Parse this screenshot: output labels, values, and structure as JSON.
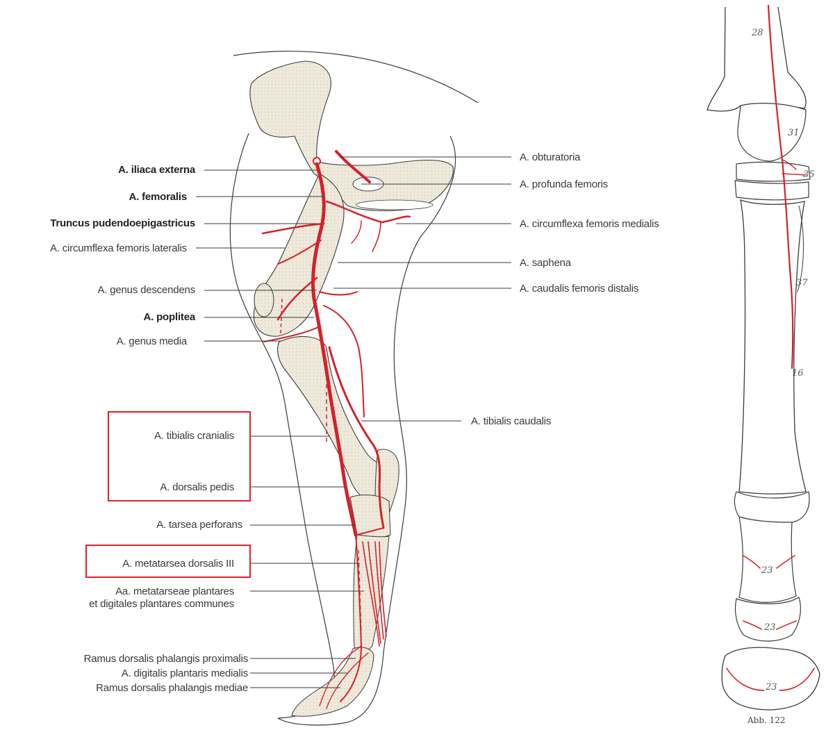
{
  "left_labels": [
    {
      "key": "iliaca",
      "text": "A. iliaca externa",
      "bold": true
    },
    {
      "key": "femoralis",
      "text": "A. femoralis",
      "bold": true
    },
    {
      "key": "truncus",
      "text": "Truncus pudendoepigastricus",
      "bold": true
    },
    {
      "key": "circ_lat",
      "text": "A. circumflexa femoris lateralis",
      "bold": false
    },
    {
      "key": "genus_desc",
      "text": "A. genus descendens",
      "bold": false
    },
    {
      "key": "poplitea",
      "text": "A. poplitea",
      "bold": true
    },
    {
      "key": "genus_media",
      "text": "A. genus media",
      "bold": false
    },
    {
      "key": "tib_cran",
      "text": "A. tibialis cranialis",
      "bold": false
    },
    {
      "key": "dors_pedis",
      "text": "A. dorsalis pedis",
      "bold": false
    },
    {
      "key": "tarsea",
      "text": "A. tarsea perforans",
      "bold": false
    },
    {
      "key": "metatarsea",
      "text": "A. metatarsea dorsalis III",
      "bold": false
    },
    {
      "key": "aa_meta_1",
      "text": "Aa. metatarseae plantares",
      "bold": false
    },
    {
      "key": "aa_meta_2",
      "text": "et digitales plantares communes",
      "bold": false
    },
    {
      "key": "ramus_prox",
      "text": "Ramus dorsalis phalangis proximalis",
      "bold": false
    },
    {
      "key": "digitalis",
      "text": "A. digitalis plantaris medialis",
      "bold": false
    },
    {
      "key": "ramus_med",
      "text": "Ramus dorsalis phalangis mediae",
      "bold": false
    }
  ],
  "right_labels": [
    {
      "key": "obturatoria",
      "text": "A. obturatoria"
    },
    {
      "key": "profunda",
      "text": "A. profunda femoris"
    },
    {
      "key": "circ_med",
      "text": "A. circumflexa femoris medialis"
    },
    {
      "key": "saphena",
      "text": "A. saphena"
    },
    {
      "key": "caud_fem",
      "text": "A. caudalis femoris distalis"
    },
    {
      "key": "tib_caud",
      "text": "A. tibialis caudalis"
    }
  ],
  "figure2": {
    "numbers": [
      "28",
      "31",
      "35",
      "37",
      "16",
      "23",
      "23",
      "23"
    ],
    "caption": "Abb. 122"
  },
  "colors": {
    "artery": "#d6202a",
    "bone_fill": "#efeadb",
    "outline": "#3a3a3a",
    "highlight": "#e0202a"
  }
}
